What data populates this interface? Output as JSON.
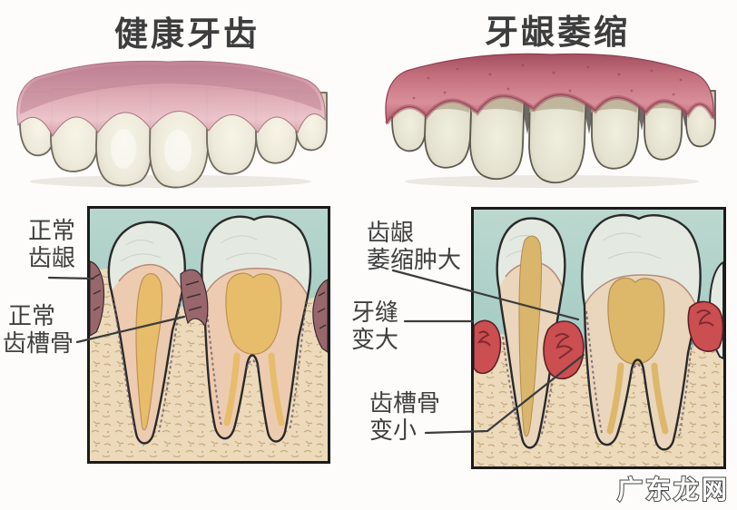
{
  "titles": {
    "healthy": "健康牙齿",
    "recession": "牙龈萎缩"
  },
  "annotations": {
    "healthy": [
      {
        "id": "normal-gum",
        "lines": [
          "正常",
          "齿龈"
        ]
      },
      {
        "id": "normal-alveolar-bone",
        "lines": [
          "正常",
          "齿槽骨"
        ]
      }
    ],
    "recession": [
      {
        "id": "gum-recession-swelling",
        "lines": [
          "齿龈",
          "萎缩肿大"
        ]
      },
      {
        "id": "tooth-gap-enlarged",
        "lines": [
          "牙缝",
          "变大"
        ]
      },
      {
        "id": "alveolar-bone-shrunk",
        "lines": [
          "齿槽骨",
          "变小"
        ]
      }
    ]
  },
  "watermark": "广东龙网",
  "colors": {
    "background": "#fdfcfb",
    "title_text": "#3d3d3d",
    "label_text": "#3f3f3f",
    "leader_line": "#3c3c3c",
    "box_border": "#1b1b1b",
    "teal_background": "#9ccac3",
    "bone": "#ecdabb",
    "dentin": "#edcbb0",
    "enamel": "#e4eae1",
    "pulp": "#e7bc6b",
    "healthy_gum_pink": "#dda6b2",
    "receded_gum_rose": "#c4707e",
    "inflamed_gum_red": "#cb4e51"
  }
}
